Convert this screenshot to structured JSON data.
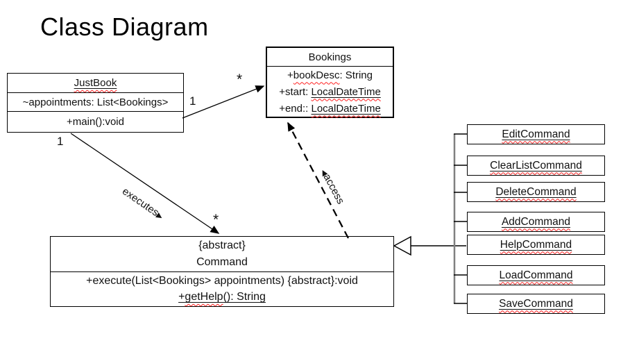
{
  "title": "Class Diagram",
  "justbook": {
    "name": "JustBook",
    "attribute": "~appointments: List<Bookings>",
    "method": "+main():void"
  },
  "bookings": {
    "name": "Bookings",
    "attr1": {
      "pre": "+",
      "misspelled": "bookDesc",
      "post": ": String"
    },
    "attr2": {
      "pre": "+start: ",
      "type": "LocalDateTime"
    },
    "attr3": {
      "pre": "+end:: ",
      "type": "LocalDateTime"
    }
  },
  "command": {
    "stereotype": "{abstract}",
    "name": "Command",
    "method1": "+execute(List<Bookings> appointments) {abstract}:void",
    "method2": {
      "pre": "+",
      "misspelled": "getHelp",
      "post": "(): String"
    }
  },
  "subclasses": [
    "EditCommand",
    "ClearListCommand",
    "DeleteCommand",
    "AddCommand",
    "HelpCommand",
    "LoadCommand",
    "SaveCommand"
  ],
  "relations": {
    "justbook_to_bookings": {
      "source_mult": "1",
      "target_mult": "*"
    },
    "justbook_to_command": {
      "source_mult": "1",
      "target_mult": "*",
      "label": "executes",
      "direction_arrow": "▶"
    },
    "command_to_bookings": {
      "label": "access",
      "direction_arrow": "◀"
    }
  },
  "colors": {
    "line": "#000000",
    "connector_gray": "#808080",
    "squiggle_red": "#ff1f1f",
    "background": "#ffffff"
  }
}
